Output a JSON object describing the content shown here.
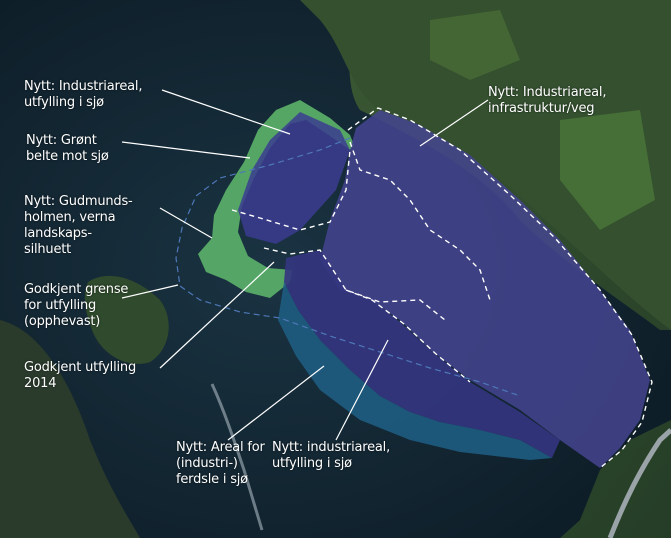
{
  "map": {
    "colors": {
      "water": "#152a38",
      "land_green": "#2b4a30",
      "new_industrial": "#3a3a8a",
      "green_belt": "#5cb26a",
      "traffic_area": "#1f5f86",
      "boundary_line": "#ffffff"
    },
    "annotations": [
      {
        "id": "industri-nord",
        "lines": [
          "Nytt: Industriareal,",
          "utfylling i sjø"
        ]
      },
      {
        "id": "gront-belte",
        "lines": [
          "Nytt: Grønt",
          "belte mot sjø"
        ]
      },
      {
        "id": "gudmunds",
        "lines": [
          "Nytt: Gudmunds-",
          "holmen, verna",
          "landskaps-",
          "silhuett"
        ]
      },
      {
        "id": "grense",
        "lines": [
          "Godkjent grense",
          "for utfylling",
          "(opphevast)"
        ]
      },
      {
        "id": "utfylling-2014",
        "lines": [
          "Godkjent utfylling",
          "2014"
        ]
      },
      {
        "id": "infrastruktur",
        "lines": [
          "Nytt: Industriareal,",
          "infrastruktur/veg"
        ]
      },
      {
        "id": "ferdsle",
        "lines": [
          "Nytt: Areal for",
          "(industri-)",
          "ferdsle i sjø"
        ]
      },
      {
        "id": "industri-sor",
        "lines": [
          "Nytt: industriareal,",
          "utfylling i sjø"
        ]
      }
    ]
  }
}
